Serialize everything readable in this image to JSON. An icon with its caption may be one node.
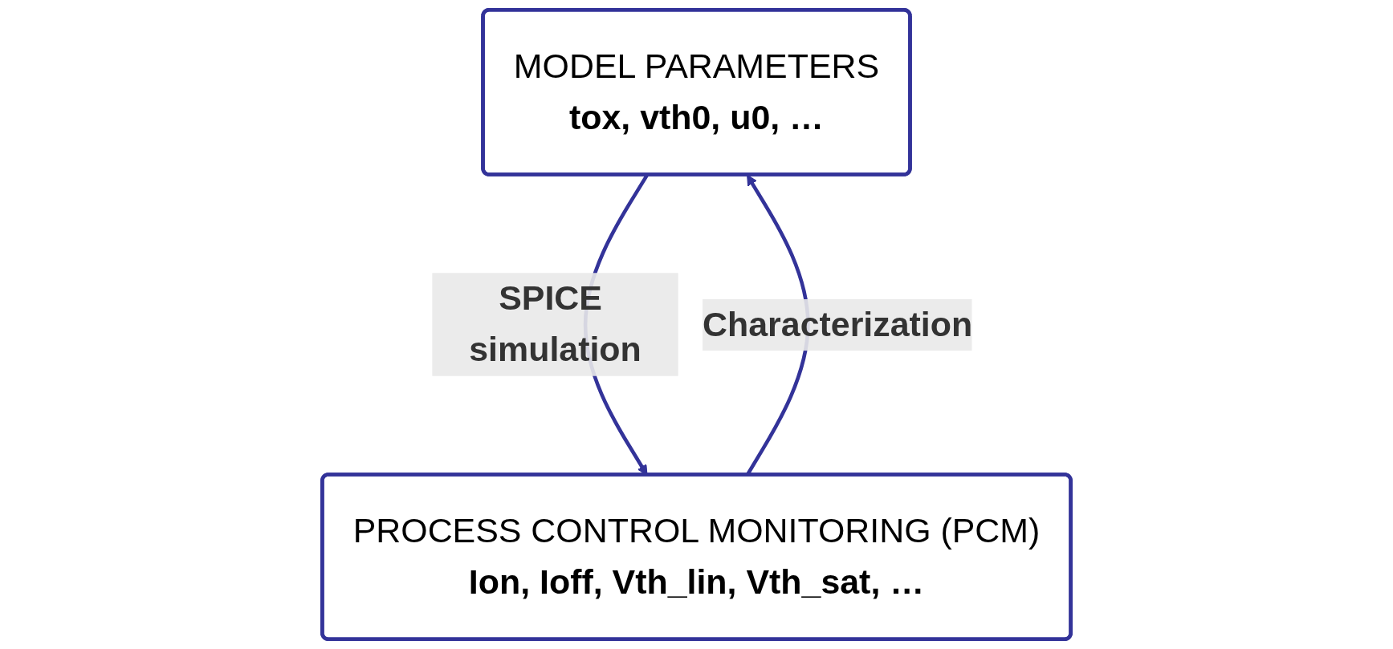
{
  "diagram": {
    "nodes": [
      {
        "text": [
          "MODEL PARAMETERS",
          "tox, vth0, u0, …"
        ]
      },
      {
        "text": [
          "PROCESS CONTROL MONITORING (PCM)",
          "Ion, Ioff, Vth_lin, Vth_sat, …"
        ]
      }
    ],
    "edges": [
      {
        "from": 0,
        "to": 1,
        "arrow": "to",
        "label": "SPICE simulation"
      },
      {
        "from": 1,
        "to": 0,
        "arrow": "to",
        "label": "Characterization"
      }
    ]
  }
}
